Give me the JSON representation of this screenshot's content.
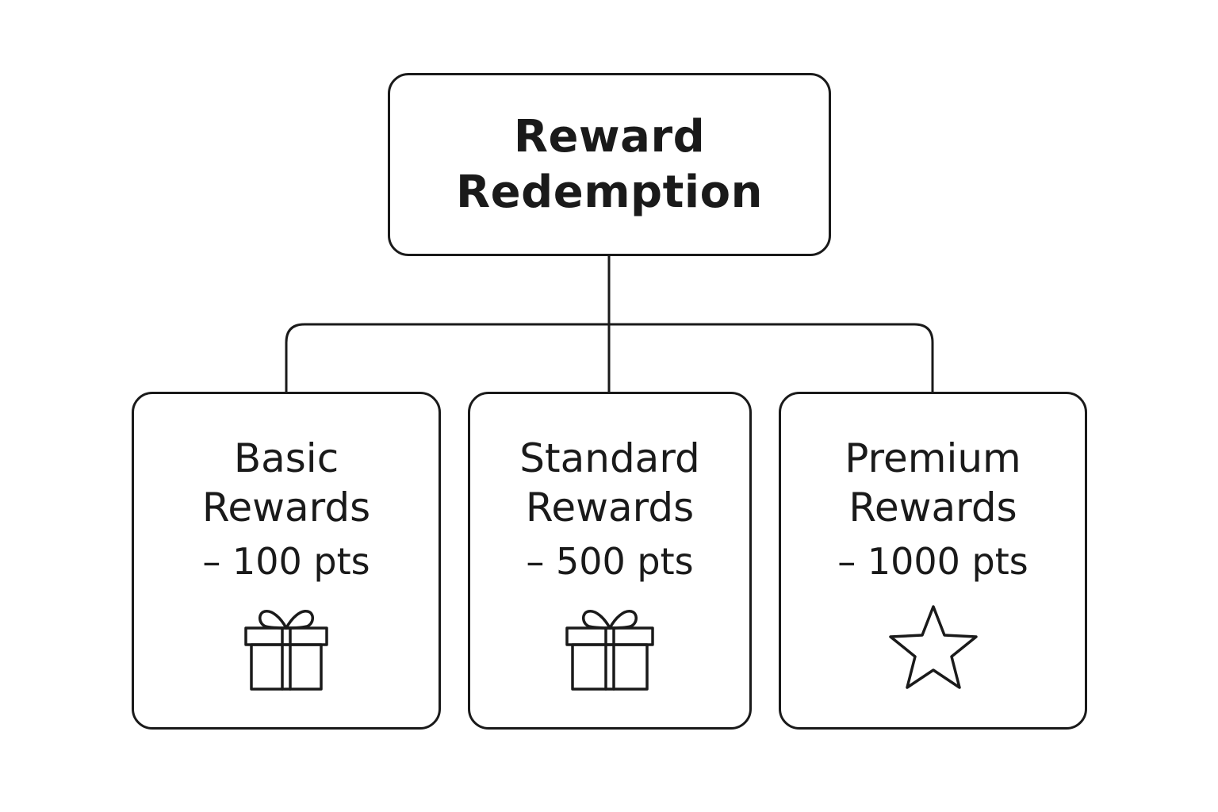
{
  "root": {
    "title_line1": "Reward",
    "title_line2": "Redemption"
  },
  "tiers": [
    {
      "line1": "Basic",
      "line2": "Rewards",
      "points": "– 100 pts",
      "icon": "gift-icon"
    },
    {
      "line1": "Standard",
      "line2": "Rewards",
      "points": "– 500 pts",
      "icon": "gift-icon"
    },
    {
      "line1": "Premium",
      "line2": "Rewards",
      "points": "– 1000 pts",
      "icon": "star-icon"
    }
  ],
  "colors": {
    "stroke": "#1a1a1a",
    "background": "#ffffff"
  }
}
